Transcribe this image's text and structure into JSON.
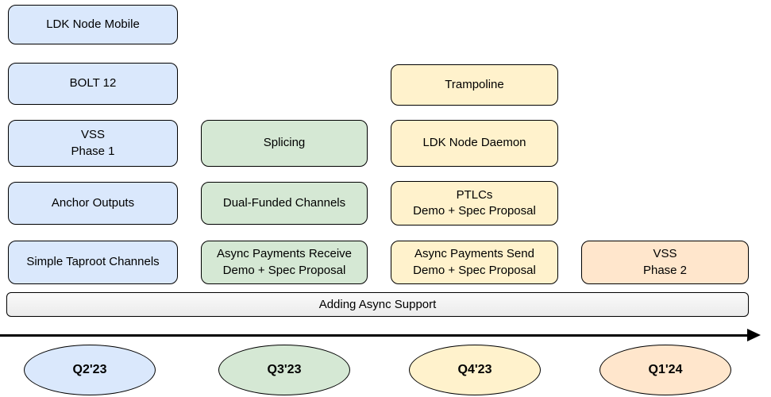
{
  "colors": {
    "blue": "#dae8fc",
    "green": "#d5e8d4",
    "yellow": "#fff2cc",
    "orange": "#ffe6cc",
    "border": "#000000"
  },
  "columns": [
    {
      "quarter": "Q2'23",
      "boxes": [
        {
          "label": "LDK Node Mobile"
        },
        {
          "label": "BOLT 12"
        },
        {
          "label": "VSS\nPhase 1"
        },
        {
          "label": "Anchor Outputs"
        },
        {
          "label": "Simple Taproot Channels"
        }
      ]
    },
    {
      "quarter": "Q3'23",
      "boxes": [
        {
          "label": "Splicing"
        },
        {
          "label": "Dual-Funded Channels"
        },
        {
          "label": "Async Payments Receive\nDemo + Spec Proposal"
        }
      ]
    },
    {
      "quarter": "Q4'23",
      "boxes": [
        {
          "label": "Trampoline"
        },
        {
          "label": "LDK Node Daemon"
        },
        {
          "label": "PTLCs\nDemo + Spec Proposal"
        },
        {
          "label": "Async Payments Send\nDemo + Spec Proposal"
        }
      ]
    },
    {
      "quarter": "Q1'24",
      "boxes": [
        {
          "label": "VSS\nPhase 2"
        }
      ]
    }
  ],
  "banner": {
    "label": "Adding Async Support"
  }
}
